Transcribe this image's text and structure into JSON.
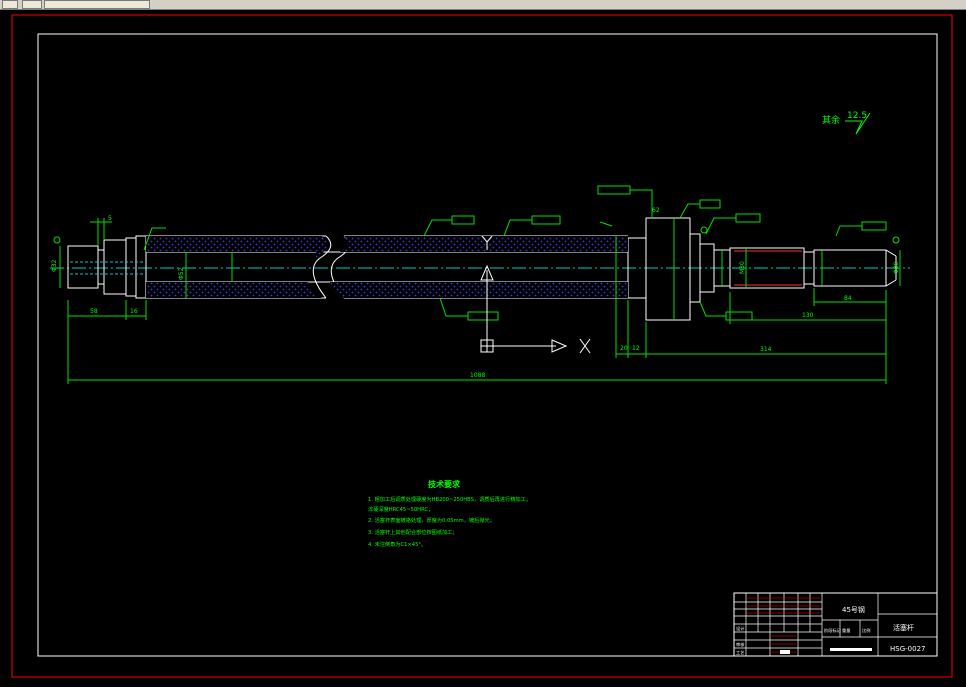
{
  "surface_finish": {
    "label": "其余",
    "value": "12.5"
  },
  "dimensions": {
    "overall": "1088",
    "right_span": "314",
    "thread_length": "130",
    "right_end_length": "84",
    "left_end_length": "58",
    "left_dia": "Φ32",
    "right_dia": "Φ30",
    "thread_dia": "M30",
    "rod_dia": "Φ52",
    "flange_len": "62",
    "small_len_a": "20",
    "small_len_b": "12",
    "small_len_c": "16",
    "top_mark": "5"
  },
  "tech_requirements": {
    "title": "技术要求",
    "items": [
      "1. 粗加工后调质处理硬度为HB200~250HBS，调质后再进行精加工；",
      "   淬硬深度HRC45~50HRC；",
      "2. 活塞杆表面镀铬处理，厚度为0.05mm，镀后抛光；",
      "3. 活塞杆上其他配合部位按图纸加工；",
      "4. 未注倒角为C1×45°。"
    ]
  },
  "title_block": {
    "material": "45号钢",
    "part_name": "活塞杆",
    "drawing_no": "HSG-0027",
    "row_labels": [
      "设计",
      "审核",
      "工艺"
    ],
    "head_labels": [
      "阶段标记",
      "重量",
      "比例"
    ]
  },
  "colors": {
    "background": "#000000",
    "frame": "#ffffff",
    "part_outline": "#ffffff",
    "centerline": "#00c8c8",
    "dimension": "#00e000",
    "hatch": "#3a3ad8",
    "text": "#00ff00",
    "accent_red": "#ff0000"
  }
}
